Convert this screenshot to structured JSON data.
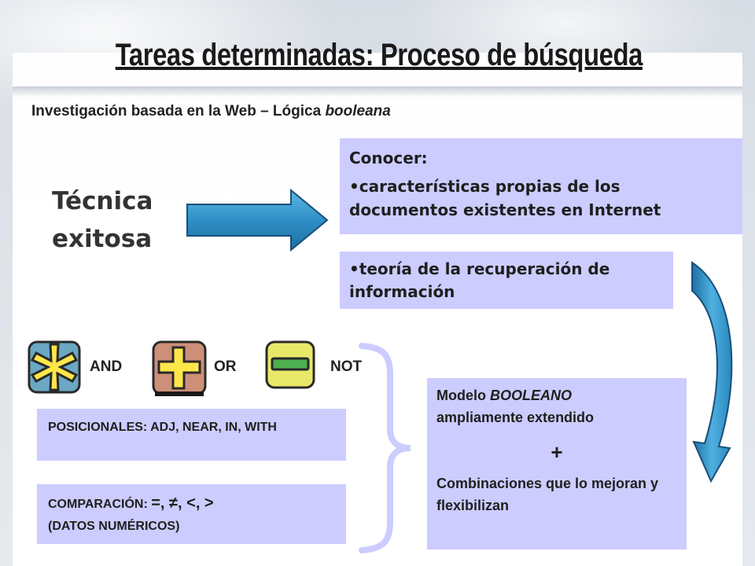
{
  "title": "Tareas determinadas: Proceso de búsqueda",
  "subtitle": {
    "main": "Investigación basada en la Web – Lógica ",
    "emphasis": "booleana"
  },
  "tecnica": {
    "line1": "Técnica",
    "line2": "exitosa"
  },
  "conocer": {
    "heading": "Conocer:",
    "item1": "•características propias de los documentos existentes en Internet",
    "item2": "•teoría de la recuperación de información"
  },
  "operators": {
    "and": "AND",
    "or": "OR",
    "not": "NOT"
  },
  "posicionales": "POSICIONALES: ADJ, NEAR, IN, WITH",
  "comparacion": {
    "label": "COMPARACIÓN: ",
    "symbols": "=, ≠, <, >",
    "note": "(DATOS NUMÉRICOS)"
  },
  "modelo": {
    "prefix": "Modelo ",
    "emphasis": "BOOLEANO",
    "rest": "ampliamente extendido",
    "plus": "+",
    "combinaciones": "Combinaciones que lo mejoran y flexibilizan"
  },
  "colors": {
    "box": "#ccccff",
    "arrow": "#3399cc",
    "brace": "#ccccff"
  },
  "icons": [
    "asterisk-icon",
    "plus-icon",
    "minus-icon",
    "right-arrow-icon",
    "curved-arrow-icon",
    "brace-icon"
  ]
}
